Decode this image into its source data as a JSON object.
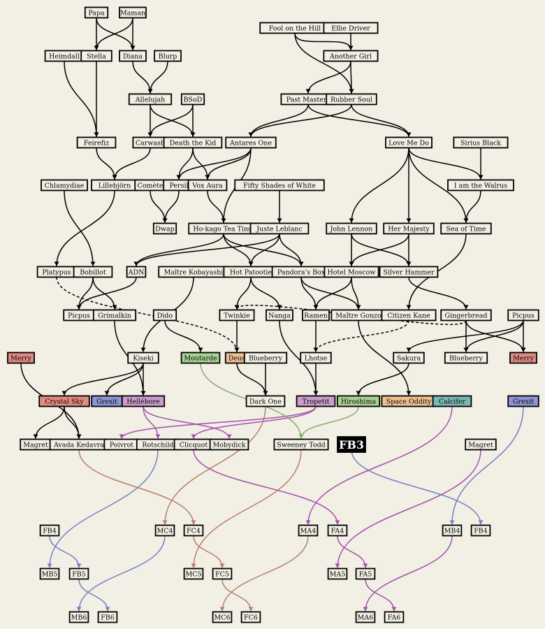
{
  "colors": {
    "background": "#f2efe4",
    "node_fill": "#f2efe4",
    "black": "#000000",
    "brown": "#b57f6a",
    "purple": "#a14fac",
    "blue": "#7480c4",
    "green": "#86ad6c",
    "orange": "#efc092",
    "red": "#e08a82",
    "lilac": "#cc9ccd",
    "blue_fill": "#8d95d2",
    "green_fill": "#a8d293",
    "teal_fill": "#79b7b5",
    "highlight_fill": "#000000"
  },
  "nodes": [
    {
      "id": "papa",
      "label": "Papa"
    },
    {
      "id": "maman",
      "label": "Maman"
    },
    {
      "id": "fool",
      "label": "Fool on the Hill"
    },
    {
      "id": "ellie",
      "label": "Ellie Driver"
    },
    {
      "id": "heimdall",
      "label": "Heimdall"
    },
    {
      "id": "stella",
      "label": "Stella"
    },
    {
      "id": "diana",
      "label": "Diana"
    },
    {
      "id": "blurp",
      "label": "Blurp"
    },
    {
      "id": "another",
      "label": "Another Girl"
    },
    {
      "id": "allelujah",
      "label": "Allelujah"
    },
    {
      "id": "bsod",
      "label": "BSoD"
    },
    {
      "id": "pastmasters",
      "label": "Past Masters"
    },
    {
      "id": "rubbersoul",
      "label": "Rubber Soul"
    },
    {
      "id": "feirefiz",
      "label": "Feirefiz"
    },
    {
      "id": "carwash",
      "label": "Carwash"
    },
    {
      "id": "deathkid",
      "label": "Death the Kid"
    },
    {
      "id": "antares",
      "label": "Antares One"
    },
    {
      "id": "lovemedo",
      "label": "Love Me Do"
    },
    {
      "id": "siriusblack",
      "label": "Sirius Black"
    },
    {
      "id": "chlamydiae",
      "label": "Chlamydiae"
    },
    {
      "id": "lillebjorn",
      "label": "Lillebjörn"
    },
    {
      "id": "comete",
      "label": "Comète"
    },
    {
      "id": "persil",
      "label": "Persil"
    },
    {
      "id": "voxaura",
      "label": "Vox Aura"
    },
    {
      "id": "fiftyshades",
      "label": "Fifty Shades of White"
    },
    {
      "id": "walrus",
      "label": "I am the Walrus"
    },
    {
      "id": "dwap",
      "label": "Dwap"
    },
    {
      "id": "hokago",
      "label": "Ho-kago Tea Time"
    },
    {
      "id": "juste",
      "label": "Juste Leblanc"
    },
    {
      "id": "johnlennon",
      "label": "John Lennon"
    },
    {
      "id": "hermajesty",
      "label": "Her Majesty"
    },
    {
      "id": "seaoftime",
      "label": "Sea of Time"
    },
    {
      "id": "platypus",
      "label": "Platypus"
    },
    {
      "id": "bobillot",
      "label": "Bobillot"
    },
    {
      "id": "adn",
      "label": "ADN"
    },
    {
      "id": "maitrekob",
      "label": "Maître Kobayashi"
    },
    {
      "id": "hotpatootie",
      "label": "Hot Patootie"
    },
    {
      "id": "pandora",
      "label": "Pandora's Box"
    },
    {
      "id": "hotelmoscow",
      "label": "Hotel Moscow"
    },
    {
      "id": "silverhammer",
      "label": "Silver Hammer"
    },
    {
      "id": "picpus1",
      "label": "Picpus"
    },
    {
      "id": "grimalkin",
      "label": "Grimalkin"
    },
    {
      "id": "twinkie",
      "label": "Twinkie"
    },
    {
      "id": "nanga",
      "label": "Nanga"
    },
    {
      "id": "ramen",
      "label": "Ramen"
    },
    {
      "id": "maitregonzo",
      "label": "Maître Gonzo"
    },
    {
      "id": "citizenkane",
      "label": "Citizen Kane"
    },
    {
      "id": "gingerbread",
      "label": "Gingerbread"
    },
    {
      "id": "picpus2",
      "label": "Picpus"
    },
    {
      "id": "dido",
      "label": "Dido"
    },
    {
      "id": "merry1",
      "label": "Merry"
    },
    {
      "id": "kiseki",
      "label": "Kiseki"
    },
    {
      "id": "moutarde",
      "label": "Moutarde"
    },
    {
      "id": "deus",
      "label": "Deus"
    },
    {
      "id": "blueberry1",
      "label": "Blueberry"
    },
    {
      "id": "lhotse",
      "label": "Lhotse"
    },
    {
      "id": "sakura",
      "label": "Sakura"
    },
    {
      "id": "blueberry2",
      "label": "Blueberry"
    },
    {
      "id": "merry2",
      "label": "Merry"
    },
    {
      "id": "crystalsky",
      "label": "Crystal Sky"
    },
    {
      "id": "grexit1",
      "label": "Grexit"
    },
    {
      "id": "hellebore",
      "label": "Hellébore"
    },
    {
      "id": "darkone",
      "label": "Dark One"
    },
    {
      "id": "tropetit",
      "label": "Tropetit"
    },
    {
      "id": "hiroshima",
      "label": "Hiroshima"
    },
    {
      "id": "spaceoddity",
      "label": "Space Oddity"
    },
    {
      "id": "calcifer",
      "label": "Calcifer"
    },
    {
      "id": "grexit2",
      "label": "Grexit"
    },
    {
      "id": "magret1",
      "label": "Magret"
    },
    {
      "id": "avada",
      "label": "Avada Kedavra"
    },
    {
      "id": "poivrot",
      "label": "Poivrot"
    },
    {
      "id": "rotschild",
      "label": "Rotschild"
    },
    {
      "id": "clicquot",
      "label": "Clicquot"
    },
    {
      "id": "mobydick",
      "label": "Mobydick"
    },
    {
      "id": "sweeney",
      "label": "Sweeney Todd"
    },
    {
      "id": "fb3",
      "label": "FB3"
    },
    {
      "id": "magret2",
      "label": "Magret"
    },
    {
      "id": "fb4a",
      "label": "FB4"
    },
    {
      "id": "mc4",
      "label": "MC4"
    },
    {
      "id": "fc4",
      "label": "FC4"
    },
    {
      "id": "ma4",
      "label": "MA4"
    },
    {
      "id": "fa4",
      "label": "FA4"
    },
    {
      "id": "mb4",
      "label": "MB4"
    },
    {
      "id": "fb4b",
      "label": "FB4"
    },
    {
      "id": "mb5",
      "label": "MB5"
    },
    {
      "id": "fb5",
      "label": "FB5"
    },
    {
      "id": "mc5",
      "label": "MC5"
    },
    {
      "id": "fc5",
      "label": "FC5"
    },
    {
      "id": "ma5",
      "label": "MA5"
    },
    {
      "id": "fa5",
      "label": "FA5"
    },
    {
      "id": "mb6",
      "label": "MB6"
    },
    {
      "id": "fb6",
      "label": "FB6"
    },
    {
      "id": "mc6",
      "label": "MC6"
    },
    {
      "id": "fc6",
      "label": "FC6"
    },
    {
      "id": "ma6",
      "label": "MA6"
    },
    {
      "id": "fa6",
      "label": "FA6"
    }
  ]
}
